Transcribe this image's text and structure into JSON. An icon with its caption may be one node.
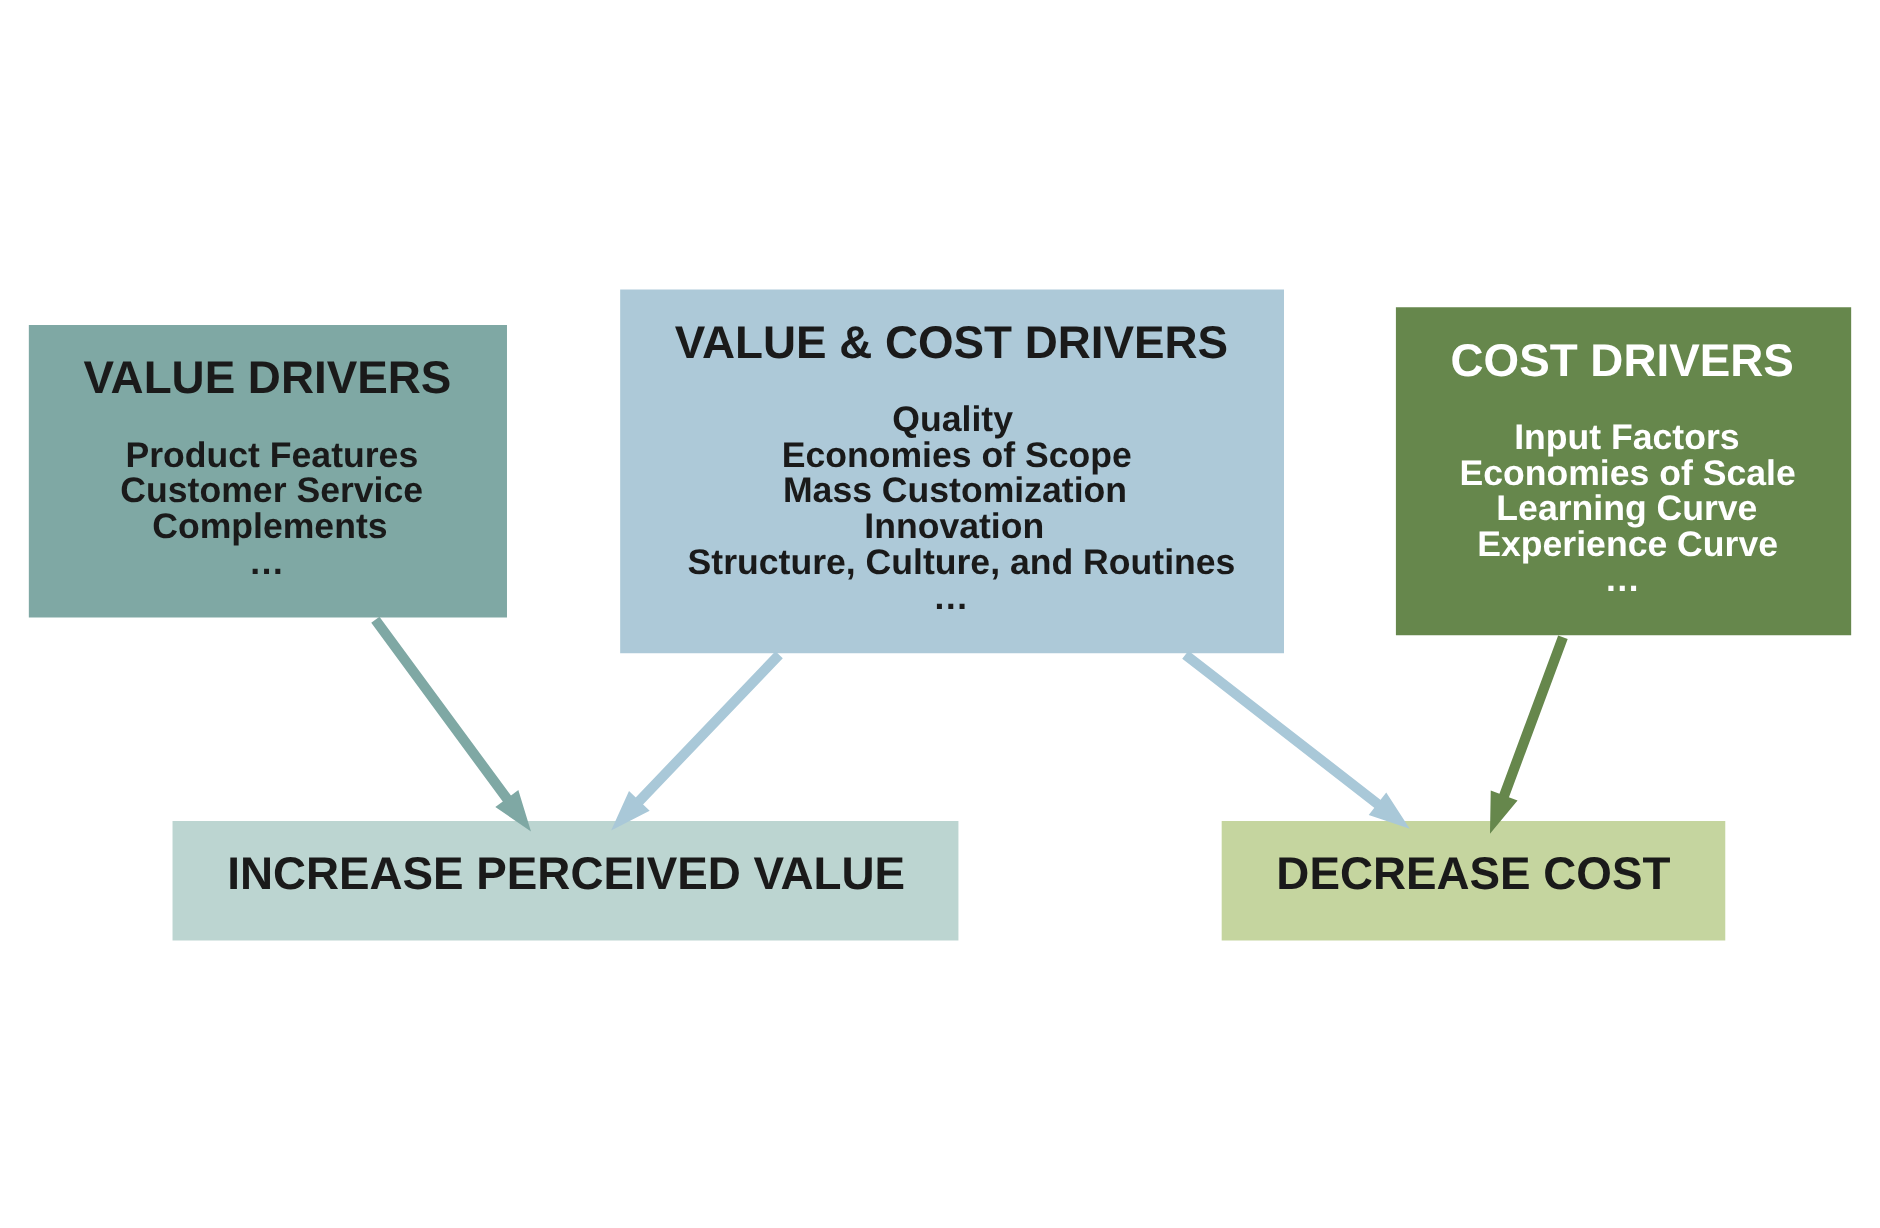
{
  "diagram": {
    "nodes": [
      {
        "text": [
          "INCREASE PERCEIVED VALUE"
        ]
      },
      {
        "text": [
          "VALUE DRIVERS",
          "Product Features",
          "Customer Service",
          "Complements",
          "…"
        ]
      },
      {
        "text": [
          "VALUE & COST DRIVERS",
          "Quality",
          "Economies of Scope",
          "Mass Customization",
          "Innovation",
          "Structure, Culture, and Routines",
          "…"
        ]
      },
      {
        "text": [
          "COST DRIVERS",
          "Input Factors",
          "Economies of Scale",
          "Learning Curve",
          "Experience Curve",
          "…"
        ]
      },
      {
        "text": [
          "DECREASE COST"
        ]
      }
    ],
    "edges": [
      {
        "from": 1,
        "to": 0,
        "arrow": "to",
        "color": "#7fa8a4"
      },
      {
        "from": 2,
        "to": 0,
        "arrow": "to"
      },
      {
        "from": 2,
        "to": 4,
        "arrow": "to"
      },
      {
        "from": 3,
        "to": 4,
        "arrow": "to",
        "color": "#66874c"
      }
    ]
  }
}
